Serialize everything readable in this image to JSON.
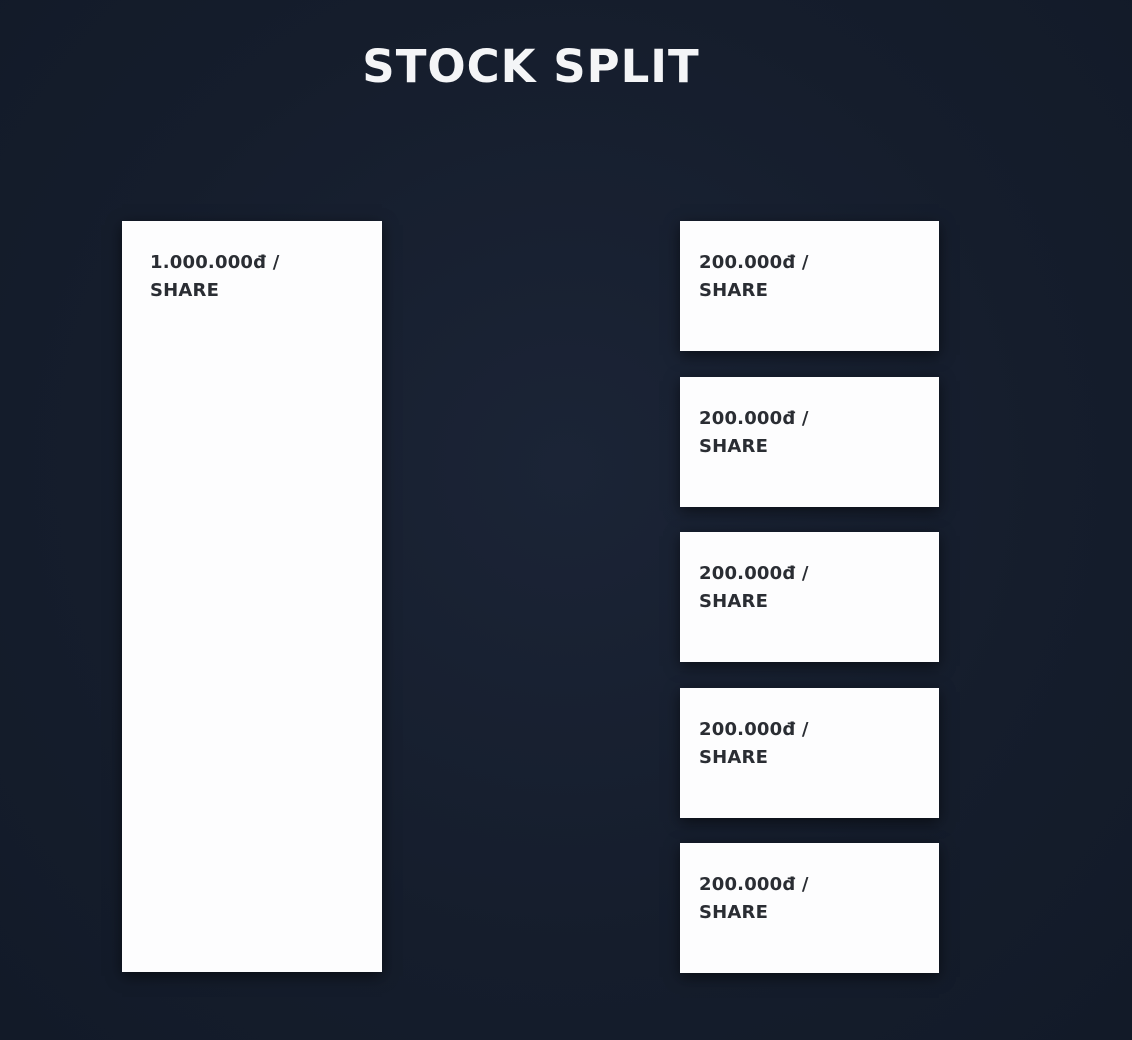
{
  "title": "STOCK SPLIT",
  "original": {
    "price_line": "1.000.000đ /",
    "unit_line": "SHARE"
  },
  "split_shares": [
    {
      "price_line": "200.000đ /",
      "unit_line": "SHARE"
    },
    {
      "price_line": "200.000đ /",
      "unit_line": "SHARE"
    },
    {
      "price_line": "200.000đ /",
      "unit_line": "SHARE"
    },
    {
      "price_line": "200.000đ /",
      "unit_line": "SHARE"
    },
    {
      "price_line": "200.000đ /",
      "unit_line": "SHARE"
    }
  ],
  "colors": {
    "background": "#151d2c",
    "card": "#fdfdfe",
    "title_text": "#f4f5f7",
    "card_text": "#2a2d33"
  }
}
